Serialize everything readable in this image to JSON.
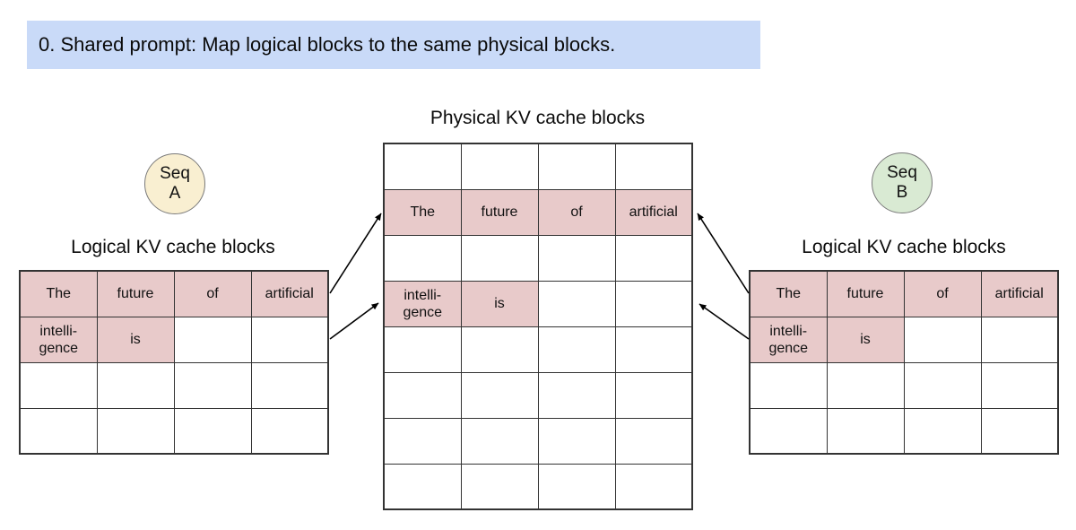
{
  "banner": {
    "text": "0. Shared prompt: Map logical blocks to the same physical blocks."
  },
  "colors": {
    "banner_bg": "#c9daf8",
    "cell_pink": "#e8caca",
    "seq_a_bg": "#f9efd1",
    "seq_b_bg": "#d9ead3",
    "line": "#000000"
  },
  "seq_a": {
    "label_line1": "Seq",
    "label_line2": "A"
  },
  "seq_b": {
    "label_line1": "Seq",
    "label_line2": "B"
  },
  "sections": {
    "logical_a": {
      "title": "Logical KV cache blocks"
    },
    "physical": {
      "title": "Physical KV cache blocks"
    },
    "logical_b": {
      "title": "Logical KV cache blocks"
    }
  },
  "tables": {
    "logical_a": {
      "rows": [
        [
          {
            "text": "The",
            "filled": true
          },
          {
            "text": "future",
            "filled": true
          },
          {
            "text": "of",
            "filled": true
          },
          {
            "text": "artificial",
            "filled": true
          }
        ],
        [
          {
            "text": "intelli-\ngence",
            "filled": true
          },
          {
            "text": "is",
            "filled": true
          },
          {
            "text": "",
            "filled": false
          },
          {
            "text": "",
            "filled": false
          }
        ],
        [
          {
            "text": "",
            "filled": false
          },
          {
            "text": "",
            "filled": false
          },
          {
            "text": "",
            "filled": false
          },
          {
            "text": "",
            "filled": false
          }
        ],
        [
          {
            "text": "",
            "filled": false
          },
          {
            "text": "",
            "filled": false
          },
          {
            "text": "",
            "filled": false
          },
          {
            "text": "",
            "filled": false
          }
        ]
      ]
    },
    "physical": {
      "rows": [
        [
          {
            "text": "",
            "filled": false
          },
          {
            "text": "",
            "filled": false
          },
          {
            "text": "",
            "filled": false
          },
          {
            "text": "",
            "filled": false
          }
        ],
        [
          {
            "text": "The",
            "filled": true
          },
          {
            "text": "future",
            "filled": true
          },
          {
            "text": "of",
            "filled": true
          },
          {
            "text": "artificial",
            "filled": true
          }
        ],
        [
          {
            "text": "",
            "filled": false
          },
          {
            "text": "",
            "filled": false
          },
          {
            "text": "",
            "filled": false
          },
          {
            "text": "",
            "filled": false
          }
        ],
        [
          {
            "text": "intelli-\ngence",
            "filled": true
          },
          {
            "text": "is",
            "filled": true
          },
          {
            "text": "",
            "filled": false
          },
          {
            "text": "",
            "filled": false
          }
        ],
        [
          {
            "text": "",
            "filled": false
          },
          {
            "text": "",
            "filled": false
          },
          {
            "text": "",
            "filled": false
          },
          {
            "text": "",
            "filled": false
          }
        ],
        [
          {
            "text": "",
            "filled": false
          },
          {
            "text": "",
            "filled": false
          },
          {
            "text": "",
            "filled": false
          },
          {
            "text": "",
            "filled": false
          }
        ],
        [
          {
            "text": "",
            "filled": false
          },
          {
            "text": "",
            "filled": false
          },
          {
            "text": "",
            "filled": false
          },
          {
            "text": "",
            "filled": false
          }
        ],
        [
          {
            "text": "",
            "filled": false
          },
          {
            "text": "",
            "filled": false
          },
          {
            "text": "",
            "filled": false
          },
          {
            "text": "",
            "filled": false
          }
        ]
      ]
    },
    "logical_b": {
      "rows": [
        [
          {
            "text": "The",
            "filled": true
          },
          {
            "text": "future",
            "filled": true
          },
          {
            "text": "of",
            "filled": true
          },
          {
            "text": "artificial",
            "filled": true
          }
        ],
        [
          {
            "text": "intelli-\ngence",
            "filled": true
          },
          {
            "text": "is",
            "filled": true
          },
          {
            "text": "",
            "filled": false
          },
          {
            "text": "",
            "filled": false
          }
        ],
        [
          {
            "text": "",
            "filled": false
          },
          {
            "text": "",
            "filled": false
          },
          {
            "text": "",
            "filled": false
          },
          {
            "text": "",
            "filled": false
          }
        ],
        [
          {
            "text": "",
            "filled": false
          },
          {
            "text": "",
            "filled": false
          },
          {
            "text": "",
            "filled": false
          },
          {
            "text": "",
            "filled": false
          }
        ]
      ]
    }
  }
}
